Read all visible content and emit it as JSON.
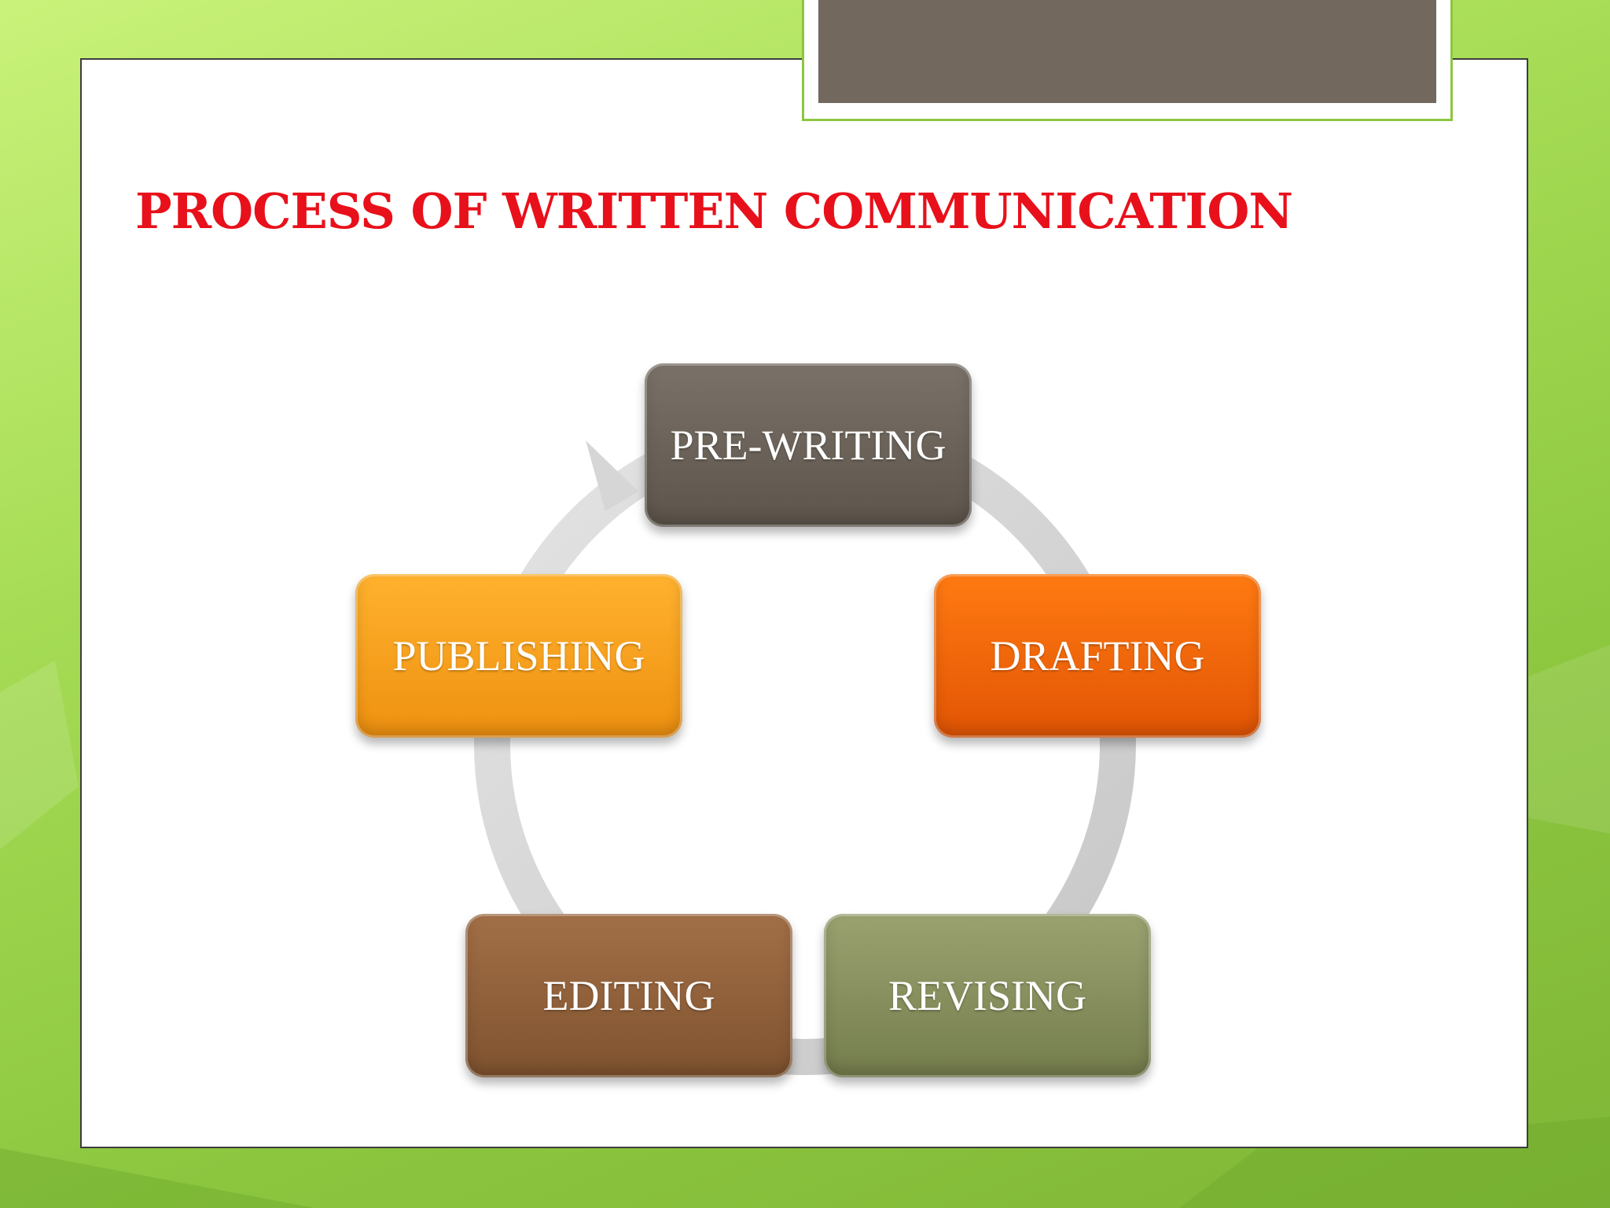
{
  "slide": {
    "title": "PROCESS OF WRITTEN COMMUNICATION",
    "title_color": "#e8101a",
    "background_colors": [
      "#c9f27a",
      "#8cc63f"
    ],
    "tab_color": "#72685e"
  },
  "cycle": {
    "steps": [
      {
        "label": "PRE-WRITING",
        "color": "#6a6258"
      },
      {
        "label": "DRAFTING",
        "color": "#f26508"
      },
      {
        "label": "REVISING",
        "color": "#858e5d"
      },
      {
        "label": "EDITING",
        "color": "#8f623c"
      },
      {
        "label": "PUBLISHING",
        "color": "#f7a11f"
      }
    ],
    "arrow_color": "#d2d2d2",
    "direction": "clockwise"
  }
}
